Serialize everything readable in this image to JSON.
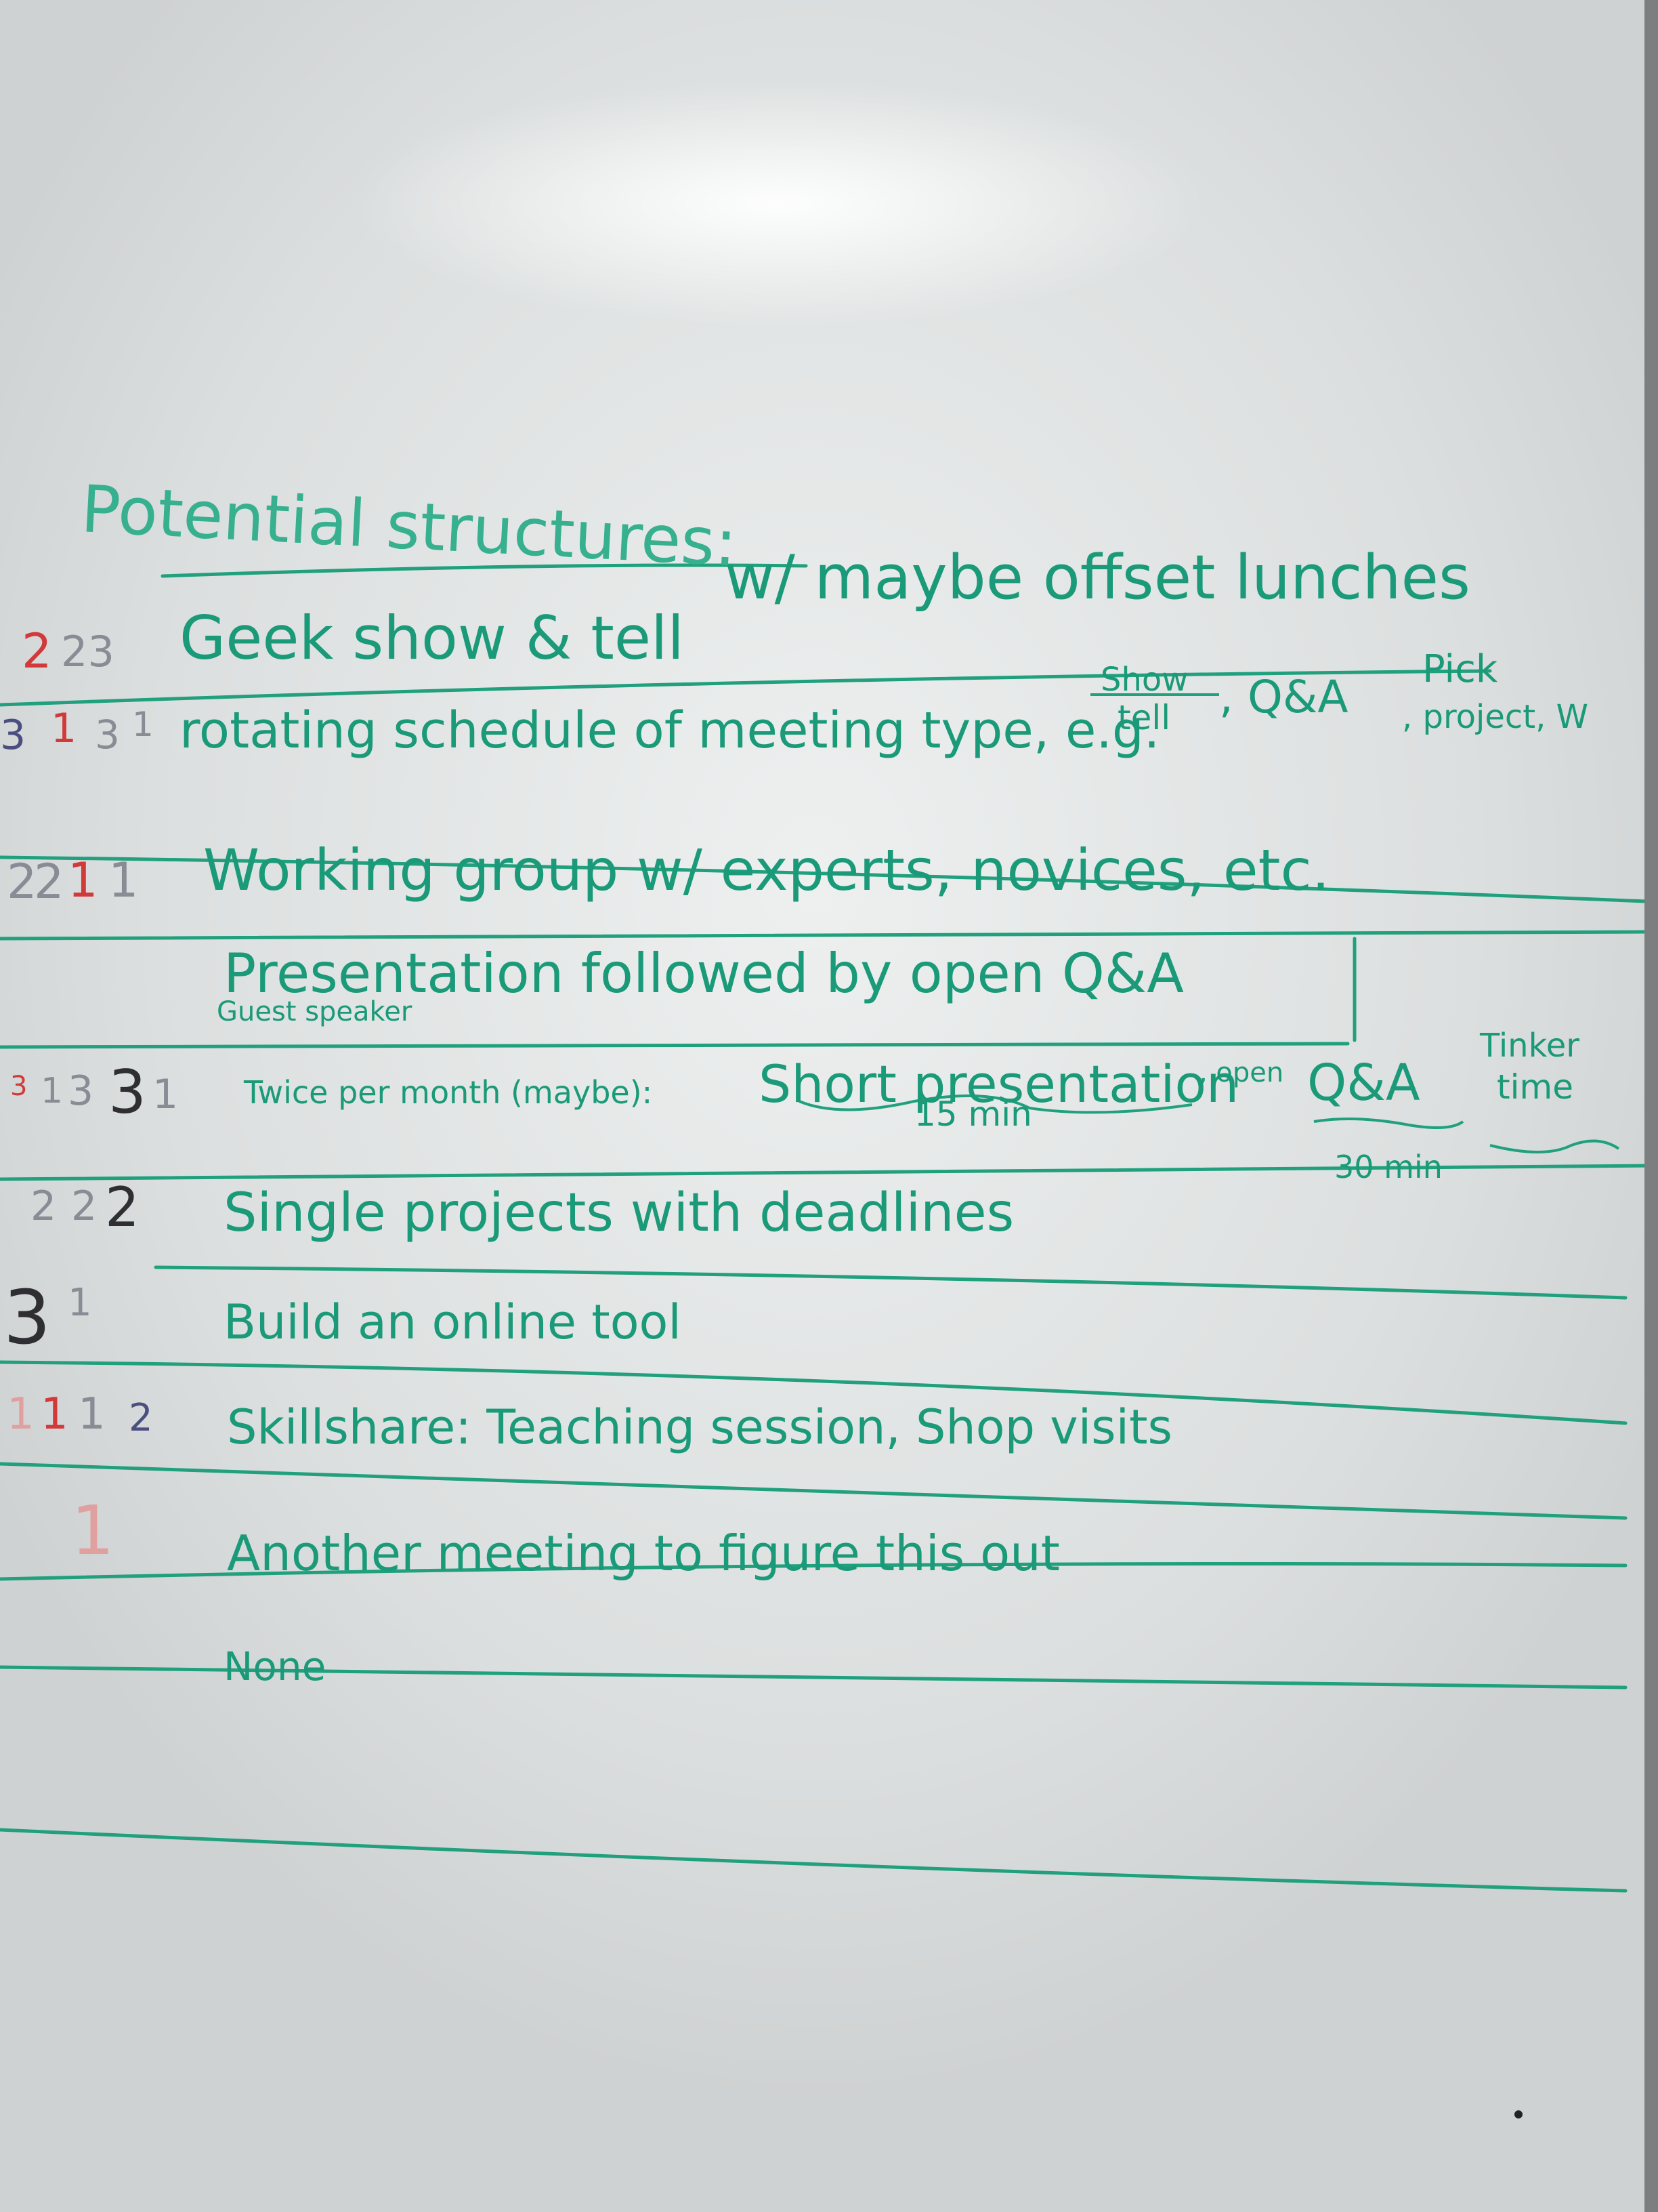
{
  "board": {
    "heading": "Potential structures:",
    "items": [
      {
        "text": "Geek show & tell",
        "extra": "w/ maybe offset lunches",
        "scores": [
          "2",
          "23"
        ]
      },
      {
        "text": "rotating schedule of meeting type, e.g.",
        "frac_top": "Show",
        "frac_bottom": "tell",
        "qa": ", Q&A",
        "pick": "Pick",
        "pick_sub": ", project, W",
        "scores": [
          "3",
          "1",
          "3",
          "1"
        ]
      },
      {
        "text": "Working group w/ experts, novices, etc.",
        "scores": [
          "2",
          "2",
          "1",
          "1"
        ]
      },
      {
        "text": "Presentation followed by open Q&A",
        "sub": "Guest speaker",
        "scores": []
      },
      {
        "text": "Twice per month (maybe): Short presentation, open Q&A, Tinker time",
        "part1": "Twice per month (maybe):",
        "part2": "Short presentation",
        "part3": ", open",
        "part4": "Q&A",
        "part5": "Tinker",
        "part6": "time",
        "note1": "15 min",
        "note2": "30 min",
        "scores": [
          "3",
          "1",
          "3",
          "3",
          "1"
        ]
      },
      {
        "text": "Single projects with deadlines",
        "scores": [
          "2",
          "2",
          "2"
        ]
      },
      {
        "text": "Build an online tool",
        "scores": [
          "3",
          "1"
        ]
      },
      {
        "text": "Skillshare: Teaching session, Shop visits",
        "scores": [
          "1",
          "1",
          "1",
          "2"
        ]
      },
      {
        "text": "Another meeting to figure this out",
        "scores": [
          "1"
        ]
      },
      {
        "text": "None",
        "scores": []
      }
    ]
  },
  "colors": {
    "marker_green": "#1a9a78",
    "marker_red": "#d23a3a",
    "marker_black": "#2f2f33"
  }
}
